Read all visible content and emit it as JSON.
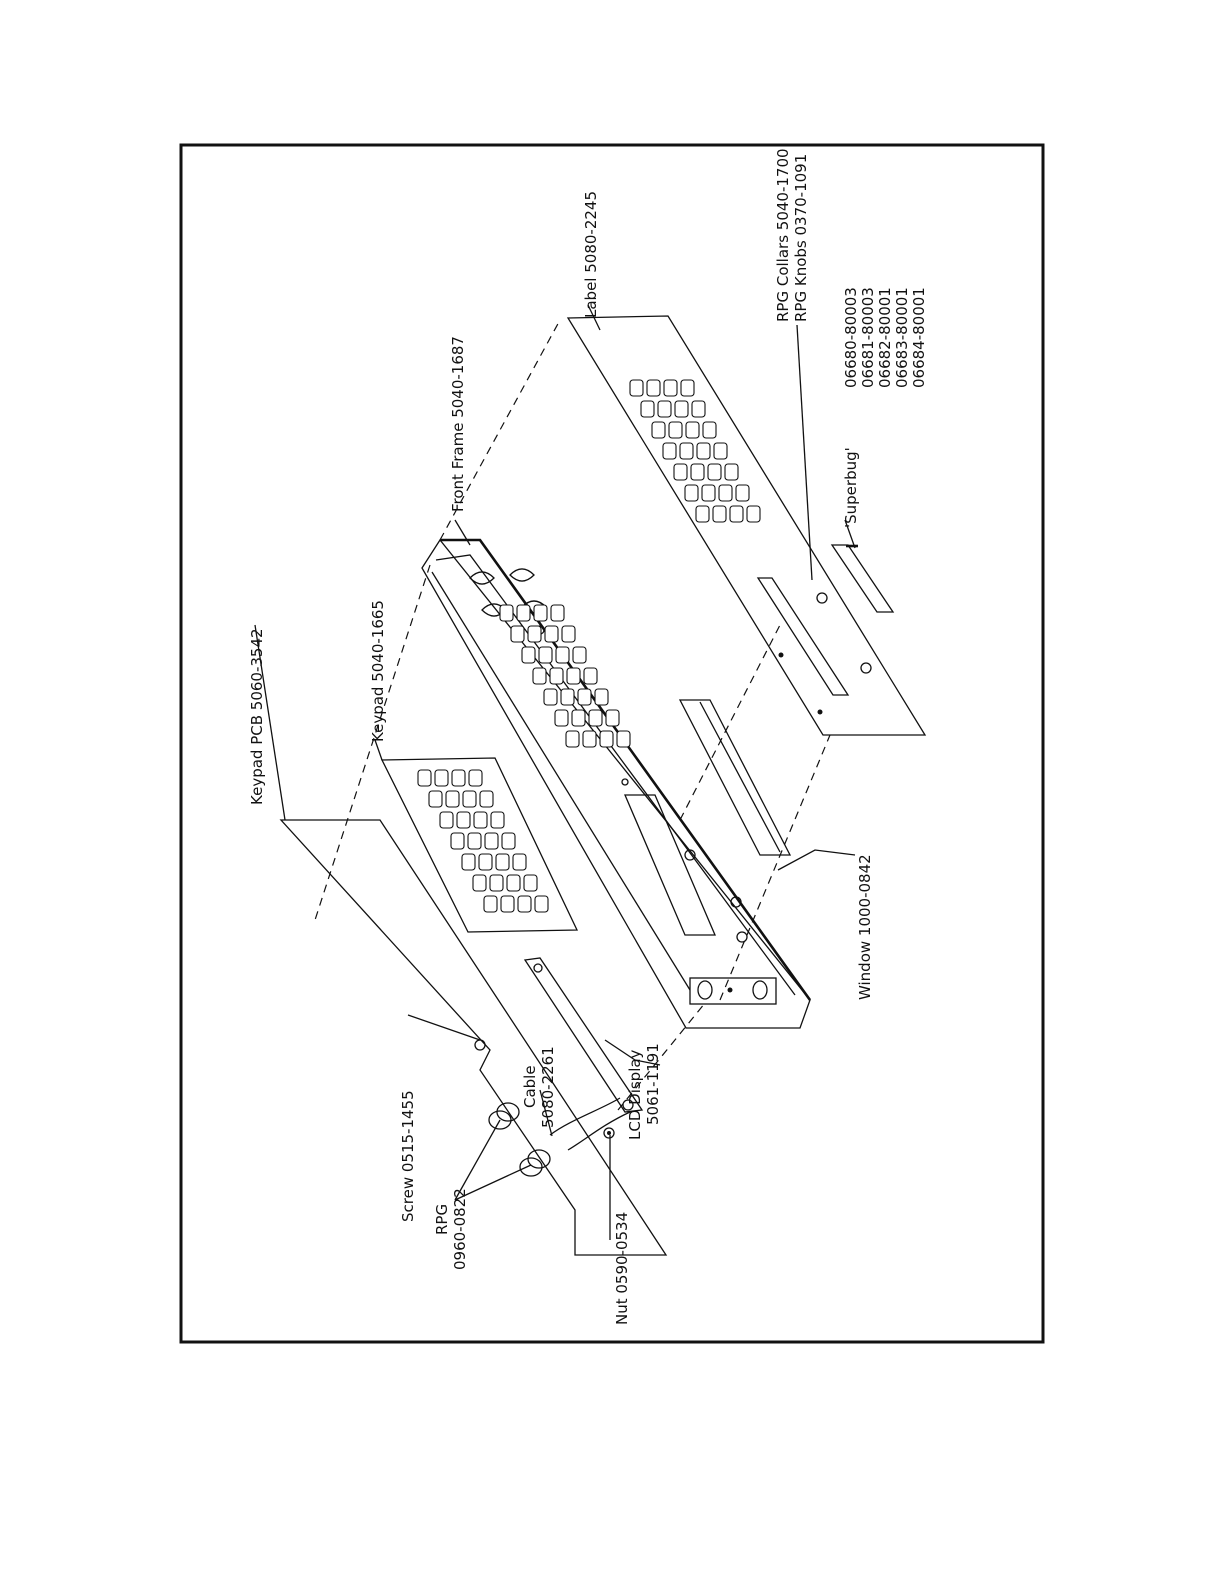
{
  "labels": {
    "keypad_pcb": "Keypad PCB 5060-3542",
    "keypad": "Keypad 5040-1665",
    "front_frame": "Front Frame 5040-1687",
    "label": "Label 5080-2245",
    "rpg_collars": "RPG Collars 5040-1700",
    "rpg_knobs": "RPG Knobs 0370-1091",
    "superbug": "'Superbug'",
    "superbug_parts": [
      "06680-80003",
      "06681-80003",
      "06682-80001",
      "06683-80001",
      "06684-80001"
    ],
    "window": "Window 1000-0842",
    "screw": "Screw 0515-1455",
    "rpg_line1": "RPG",
    "rpg_line2": "0960-0822",
    "cable_line1": "Cable",
    "cable_line2": "5080-2261",
    "lcd_line1": "LCD Display",
    "lcd_line2": "5061-1191",
    "nut": "Nut 0590-0534"
  }
}
